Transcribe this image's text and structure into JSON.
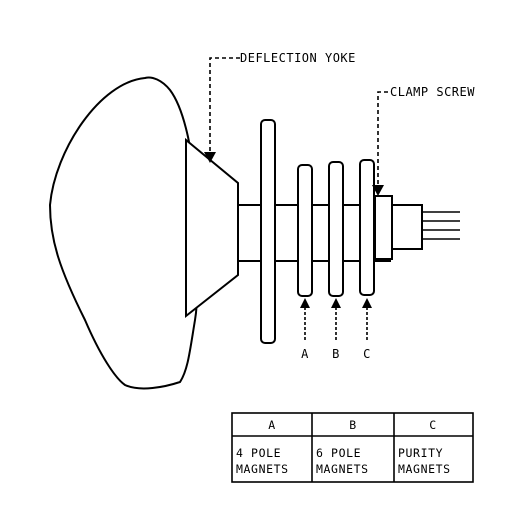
{
  "labels": {
    "deflection_yoke": "DEFLECTION YOKE",
    "clamp_screw": "CLAMP SCREW",
    "a": "A",
    "b": "B",
    "c": "C"
  },
  "table": {
    "headers": [
      "A",
      "B",
      "C"
    ],
    "rows": [
      [
        "4 POLE",
        "6 POLE",
        "PURITY"
      ],
      [
        "MAGNETS",
        "MAGNETS",
        "MAGNETS"
      ]
    ]
  }
}
